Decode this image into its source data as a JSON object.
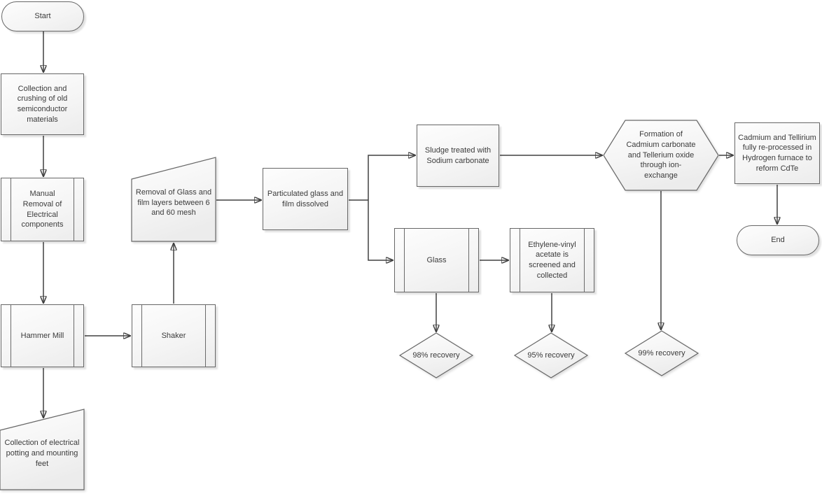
{
  "diagram_type": "flowchart",
  "colors": {
    "background": "#ffffff",
    "shape_fill_top": "#fdfdfd",
    "shape_fill_bottom": "#ececec",
    "shape_border": "#676767",
    "connector": "#404040",
    "text": "#3b3b3b"
  },
  "nodes": {
    "start": {
      "shape": "terminator",
      "label": "Start"
    },
    "collection_crushing": {
      "shape": "process",
      "label": "Collection and crushing of old semiconductor materials"
    },
    "manual_removal": {
      "shape": "predefined-process",
      "label": "Manual Removal of Electrical components"
    },
    "hammer_mill": {
      "shape": "predefined-process",
      "label": "Hammer Mill"
    },
    "potting_collection": {
      "shape": "card",
      "label": "Collection of electrical potting and mounting feet"
    },
    "shaker": {
      "shape": "predefined-process",
      "label": "Shaker"
    },
    "glass_film_removal": {
      "shape": "card",
      "label": "Removal of Glass and film layers between 6 and 60 mesh"
    },
    "particulated_dissolved": {
      "shape": "process",
      "label": "Particulated glass and film dissolved"
    },
    "sludge_treated": {
      "shape": "process",
      "label": "Sludge treated with Sodium carbonate"
    },
    "glass": {
      "shape": "predefined-process",
      "label": "Glass"
    },
    "eva_screened": {
      "shape": "predefined-process",
      "label": "Ethylene-vinyl acetate is screened and collected"
    },
    "recovery_98": {
      "shape": "decision",
      "label": "98% recovery"
    },
    "recovery_95": {
      "shape": "decision",
      "label": "95% recovery"
    },
    "recovery_99": {
      "shape": "decision",
      "label": "99% recovery"
    },
    "ion_exchange": {
      "shape": "hexagon",
      "label": "Formation of Cadmium carbonate and Tellerium oxide through ion-exchange"
    },
    "cdte_reprocess": {
      "shape": "process",
      "label": "Cadmium and Tellirium fully re-processed in Hydrogen furnace to reform CdTe"
    },
    "end": {
      "shape": "terminator",
      "label": "End"
    }
  },
  "edges": [
    {
      "from": "start",
      "to": "collection_crushing"
    },
    {
      "from": "collection_crushing",
      "to": "manual_removal"
    },
    {
      "from": "manual_removal",
      "to": "hammer_mill"
    },
    {
      "from": "hammer_mill",
      "to": "potting_collection"
    },
    {
      "from": "hammer_mill",
      "to": "shaker"
    },
    {
      "from": "shaker",
      "to": "glass_film_removal"
    },
    {
      "from": "glass_film_removal",
      "to": "particulated_dissolved"
    },
    {
      "from": "particulated_dissolved",
      "to": "sludge_treated"
    },
    {
      "from": "particulated_dissolved",
      "to": "glass"
    },
    {
      "from": "sludge_treated",
      "to": "ion_exchange"
    },
    {
      "from": "ion_exchange",
      "to": "cdte_reprocess"
    },
    {
      "from": "ion_exchange",
      "to": "recovery_99"
    },
    {
      "from": "glass",
      "to": "eva_screened"
    },
    {
      "from": "glass",
      "to": "recovery_98"
    },
    {
      "from": "eva_screened",
      "to": "recovery_95"
    },
    {
      "from": "cdte_reprocess",
      "to": "end"
    }
  ]
}
